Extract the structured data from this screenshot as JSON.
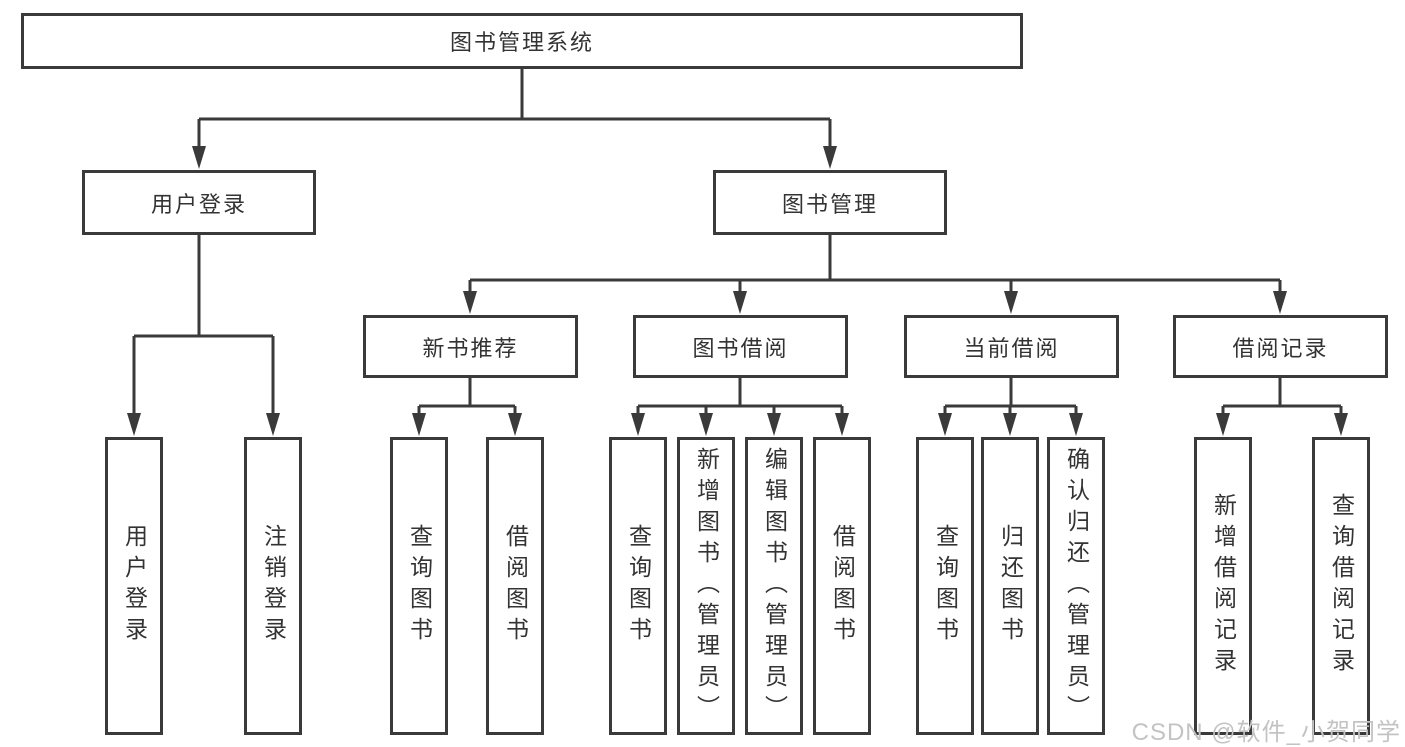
{
  "page": {
    "background": "#ffffff"
  },
  "colors": {
    "box_border": "#3a3a3a",
    "connector_line": "#3a3a3a",
    "label_text": "#333333",
    "watermark_text": "#c3c3c3"
  },
  "diagram": {
    "root": {
      "label": "图书管理系统"
    },
    "level2": [
      {
        "label": "用户登录"
      },
      {
        "label": "图书管理"
      }
    ],
    "level3": [
      {
        "label": "新书推荐"
      },
      {
        "label": "图书借阅"
      },
      {
        "label": "当前借阅"
      },
      {
        "label": "借阅记录"
      }
    ],
    "leaves": {
      "user_login": [
        "用户登录",
        "注销登录"
      ],
      "new_book_recommend": [
        "查询图书",
        "借阅图书"
      ],
      "book_borrow": [
        "查询图书",
        "新增图书（管理员）",
        "编辑图书（管理员）",
        "借阅图书"
      ],
      "current_borrow": [
        "查询图书",
        "归还图书",
        "确认归还（管理员）"
      ],
      "borrow_records": [
        "新增借阅记录",
        "查询借阅记录"
      ]
    }
  },
  "watermark": {
    "text": "CSDN @软件_小贺同学"
  }
}
